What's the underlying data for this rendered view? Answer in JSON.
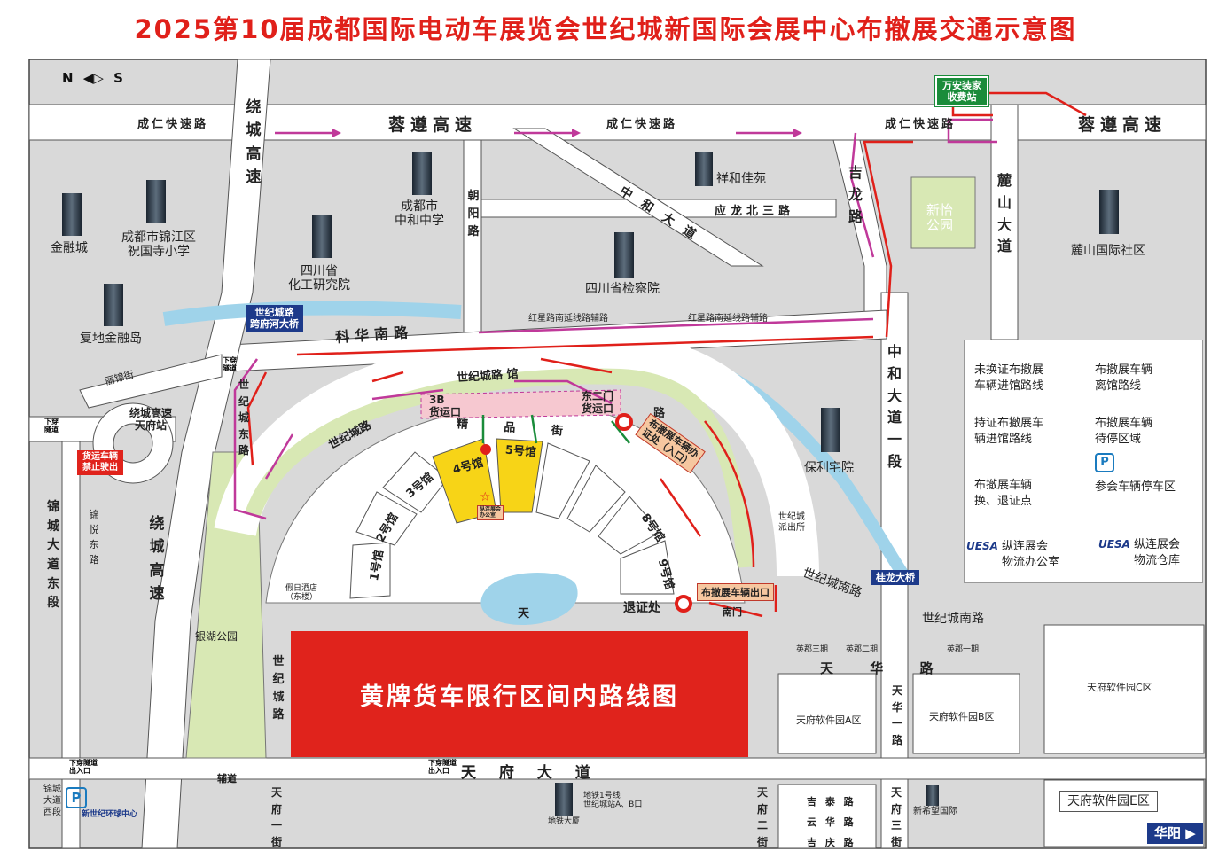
{
  "title": "2025第10届成都国际电动车展览会世纪城新国际会展中心布撤展交通示意图",
  "compass": {
    "north": "N",
    "south": "S"
  },
  "colors": {
    "title": "#e0201a",
    "road": "#ffffff",
    "block": "#d9d9d9",
    "park": "#d8e8b4",
    "water": "#9fd3ea",
    "route_pink": "#c0399a",
    "route_green": "#1a8c3a",
    "route_red": "#e0201a",
    "hall_yellow": "#f7d417",
    "bridge_badge": "#1d3a8a",
    "toll_badge": "#1a8c3a",
    "restricted": "#e0231c"
  },
  "roads": {
    "chengren_1": "成仁快速路",
    "rongzun_1": "蓉遵高速",
    "chengren_2": "成仁快速路",
    "chengren_3": "成仁快速路",
    "rongzun_2": "蓉遵高速",
    "raocheng_1": "绕城高速",
    "raocheng_2": "绕城高速",
    "chaoyang": "朝阳路",
    "zhonghe_ave": "中和大道",
    "yinglongbei": "应龙北三路",
    "jilong": "吉龙路",
    "lushan": "麓山大道",
    "hongxing_1": "红星路南延线路辅路",
    "hongxing_2": "红星路南延线路辅路",
    "kehua": "科华南路",
    "shijicheng_lu_top": "世纪城路 馆",
    "shijicheng_lu_left": "世纪城路",
    "shijicheng_east": "世纪城东路",
    "lijin": "丽锦街",
    "jinyue_east": "锦悦东路",
    "jincheng_east": "锦城大道东段",
    "jincheng_west": "锦城大道西段",
    "zhonghe_1": "中和大道一段",
    "shijicheng_south_1": "世纪城南路",
    "shijicheng_south_2": "世纪城南路",
    "tianhua": "天 华 路",
    "tianhua_1": "天华一路",
    "tianfu_ave": "天 府 大 道",
    "fudao_1": "辅道",
    "shijicheng_lu_bottom": "世纪城路",
    "tianfu_1": "天府一街",
    "tianfu_2": "天府二街",
    "tianfu_3": "天府三街",
    "jitai": "吉 泰 路",
    "yunhua": "云 华 路",
    "jiqing": "吉 庆 路",
    "jingpin": "精 品 街",
    "lu_small": "路",
    "tian_small": "天"
  },
  "places": {
    "jinrongcheng": "金融城",
    "jinjiang_school": "成都市锦江区\n祝国寺小学",
    "fudi": "复地金融岛",
    "zhonghe_school": "成都市\n中和中学",
    "huagong": "四川省\n化工研究院",
    "xianghe": "祥和佳苑",
    "jiancha": "四川省检察院",
    "xinyi_park": "新怡\n公园",
    "lushan_community": "麓山国际社区",
    "baoli": "保利宅院",
    "yinhu_park": "银湖公园",
    "jiari_hotel": "假日酒店\n（东楼）",
    "police": "世纪城\n派出所",
    "yingjun_3": "英郡三期",
    "yingjun_2": "英郡二期",
    "yingjun_1": "英郡一期",
    "software_a": "天府软件园A区",
    "software_b": "天府软件园B区",
    "software_c": "天府软件园C区",
    "software_e": "天府软件园E区",
    "xinxiwang": "新希望国际",
    "ditie_building": "地铁大厦",
    "metro": "地铁1号线\n世纪城站A、B口",
    "global_center": "新世纪环球中心",
    "raocheng_tianfu": "绕城高速\n天府站"
  },
  "badges": {
    "toll": "万安装家\n收费站",
    "bridge_river": "世纪城路\n跨府河大桥",
    "bridge_guilong": "桂龙大桥",
    "truck_exit_ban": "货运车辆\n禁止驶出",
    "tunnel_1": "下穿\n隧道",
    "tunnel_2": "下穿\n隧道",
    "tunnel_3": "下穿隧道\n出入口",
    "tunnel_4": "下穿隧道\n出入口",
    "huayang": "华阳 ▶"
  },
  "venue": {
    "hall_1": "1号馆",
    "hall_2": "2号馆",
    "hall_3": "3号馆",
    "hall_4": "4号馆",
    "hall_5": "5号馆",
    "hall_8": "8号馆",
    "hall_9": "9号馆",
    "gate_3b": "3B\n货运口",
    "gate_east2": "东二门\n货运口",
    "cert_office": "布撤展车辆办\n证处（入口）",
    "exit": "布撤展车辆出口",
    "south_gate": "南门",
    "return_cert": "退证处",
    "office_small": "纵连展会\n办公室"
  },
  "restricted_zone": "黄牌货车限行区间内路线图",
  "legend": {
    "pink_route": "未换证布撤展\n车辆进馆路线",
    "red_route": "布撤展车辆\n离馆路线",
    "green_route": "持证布撤展车\n辆进馆路线",
    "waiting_area": "布撤展车辆\n待停区域",
    "cert_point": "布撤展车辆\n换、退证点",
    "parking": "参会车辆停车区",
    "logistics_office_brand": "UESA",
    "logistics_office": "纵连展会\n物流办公室",
    "warehouse_brand": "UESA",
    "warehouse": "纵连展会\n物流仓库",
    "parking_icon": "P"
  },
  "parking_bottom": "P"
}
